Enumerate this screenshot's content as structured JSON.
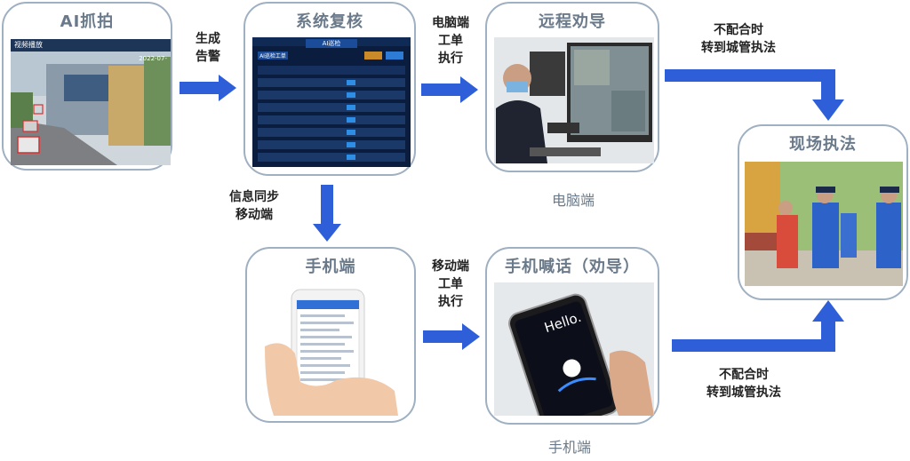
{
  "cards": {
    "ai_capture": {
      "title": "AI抓拍",
      "screen_header": "视频播放",
      "screen_time": "2022-07-"
    },
    "system_review": {
      "title": "系统复核",
      "panel_title": "AI巡检",
      "panel_tab": "AI巡检工单"
    },
    "remote_persuade": {
      "title": "远程劝导",
      "caption": "电脑端"
    },
    "mobile": {
      "title": "手机端"
    },
    "phone_shout": {
      "title": "手机喊话（劝导）",
      "caption": "手机端",
      "screen_text": "Hello."
    },
    "onsite_enforce": {
      "title": "现场执法"
    }
  },
  "arrows": {
    "generate_alert": [
      "生成",
      "告警"
    ],
    "pc_ticket": [
      "电脑端",
      "工单",
      "执行"
    ],
    "sync_mobile": [
      "信息同步",
      "移动端"
    ],
    "mobile_ticket": [
      "移动端",
      "工单",
      "执行"
    ],
    "noncompliant_top": [
      "不配合时",
      "转到城管执法"
    ],
    "noncompliant_bottom": [
      "不配合时",
      "转到城管执法"
    ]
  },
  "colors": {
    "arrow": "#2e5fd8",
    "card_border": "#9fb0c2",
    "title_text": "#6a7a8a"
  }
}
